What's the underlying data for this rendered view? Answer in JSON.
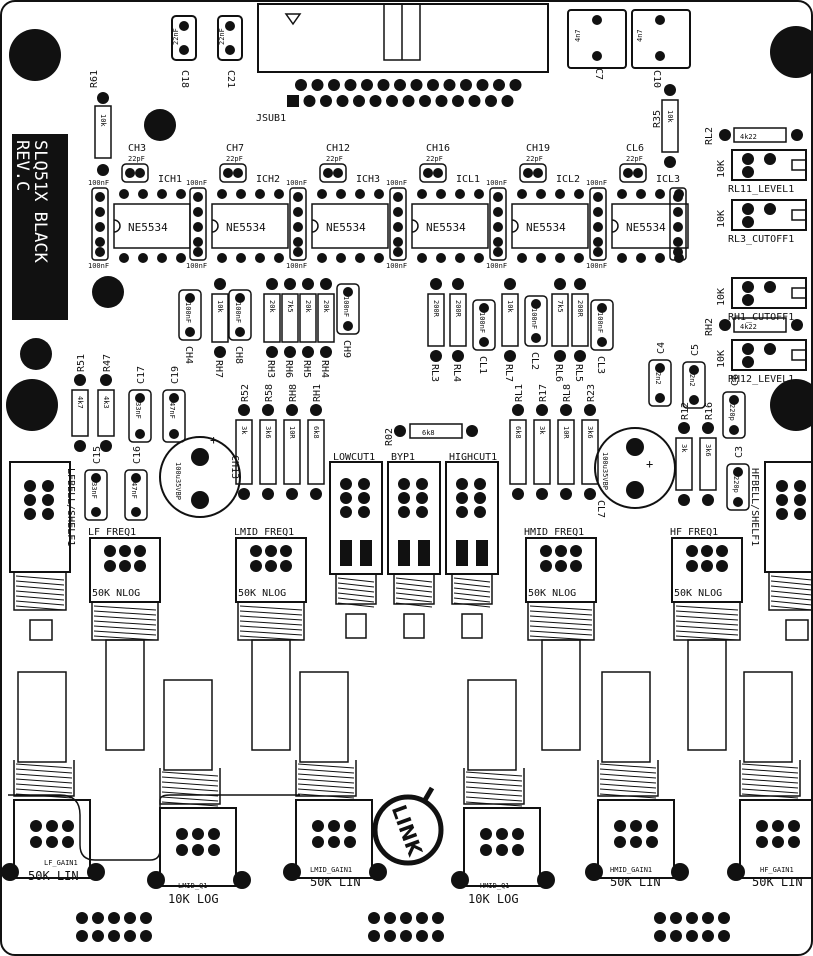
{
  "board": {
    "title_line1": "SLQ51X BLACK",
    "title_line2": "REV.C",
    "connector": "JSUB1"
  },
  "ics": [
    {
      "ref": "ICH1",
      "part": "NE5534",
      "cap": "CH3",
      "cap_value": "22pF"
    },
    {
      "ref": "ICH2",
      "part": "NE5534",
      "cap": "CH7",
      "cap_value": "22pF"
    },
    {
      "ref": "ICH3",
      "part": "NE5534",
      "cap": "CH12",
      "cap_value": "22pF"
    },
    {
      "ref": "ICL1",
      "part": "NE5534",
      "cap": "CH16",
      "cap_value": "22pF"
    },
    {
      "ref": "ICL2",
      "part": "NE5534",
      "cap": "CH19",
      "cap_value": "22pF"
    },
    {
      "ref": "ICL3",
      "part": "NE5534",
      "cap": "CL6",
      "cap_value": "22pF"
    }
  ],
  "decoupling_value": "100nF",
  "top_caps": [
    {
      "ref": "C18",
      "value": "22nF"
    },
    {
      "ref": "C21",
      "value": "22nF"
    },
    {
      "ref": "C7",
      "value": "4n7"
    },
    {
      "ref": "C10",
      "value": "4n7"
    }
  ],
  "resistors": {
    "R61": "10k",
    "R35": "10k",
    "RL2": "4k22",
    "RH2": "4k22",
    "R02": "6k8",
    "RH7": "10k",
    "RH3": "20k",
    "RH6": "7k5",
    "RH5": "20k",
    "RH4": "20k",
    "RL3": "200R",
    "RL4": "200R",
    "RL7": "10k",
    "RL6": "7k5",
    "RL5": "200R",
    "R51": "4k7",
    "R47": "4k3",
    "R52": "3k",
    "R58": "3k6",
    "RH8": "10R",
    "RH1": "6k8",
    "RL1": "6k8",
    "R17": "3k",
    "RL8": "10R",
    "R23": "3k6",
    "R12": "3k",
    "R16": "3k6"
  },
  "caps_mid": {
    "CH4": "100nF",
    "CH8": "100nF",
    "CH9": "100nF",
    "CL1": "100nF",
    "CL2": "100nF",
    "CL3": "100nF",
    "C17": "33nF",
    "C19": "47nF",
    "C15": "33nF",
    "C16": "47nF",
    "C4": "2n2",
    "C5": "2n2",
    "C6": "220p",
    "C3": "220p",
    "CH13": "100u35VBP",
    "CL7": "100u35VBP"
  },
  "trimmers": [
    {
      "ref": "RL11_LEVEL1",
      "value": "10K"
    },
    {
      "ref": "RL3_CUTOFF1",
      "value": "10K"
    },
    {
      "ref": "RH1_CUTOFF1",
      "value": "10K"
    },
    {
      "ref": "RH12_LEVEL1",
      "value": "10K"
    }
  ],
  "switches": [
    "LOWCUT1",
    "BYP1",
    "HIGHCUT1",
    "LFBELL/SHELF1",
    "HFBELL/SHELF1"
  ],
  "pots_upper": [
    {
      "ref": "LF_FREQ1",
      "value": "50K NLOG"
    },
    {
      "ref": "LMID_FREQ1",
      "value": "50K NLOG"
    },
    {
      "ref": "HMID_FREQ1",
      "value": "50K NLOG"
    },
    {
      "ref": "HF_FREQ1",
      "value": "50K NLOG"
    }
  ],
  "pots_lower": [
    {
      "ref": "LF_GAIN1",
      "value": "50K LIN"
    },
    {
      "ref": "LMID_Q1",
      "value": "10K LOG"
    },
    {
      "ref": "LMID_GAIN1",
      "value": "50K LIN"
    },
    {
      "ref": "HMID_Q1",
      "value": "10K LOG"
    },
    {
      "ref": "HMID_GAIN1",
      "value": "50K LIN"
    },
    {
      "ref": "HF_GAIN1",
      "value": "50K LIN"
    }
  ],
  "logo_text": "LINK",
  "colors": {
    "ink": "#111111",
    "paper": "#ffffff"
  }
}
